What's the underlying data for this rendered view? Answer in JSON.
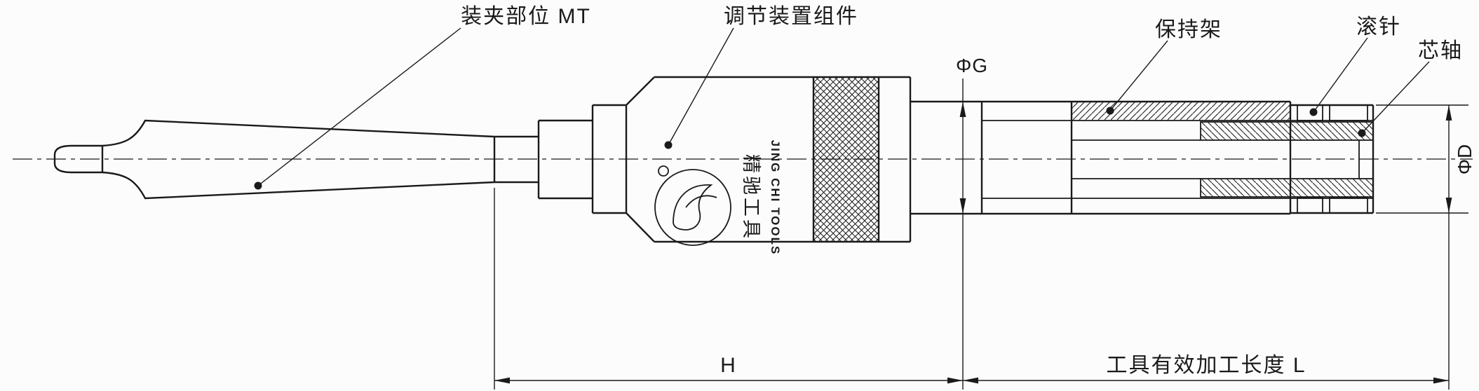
{
  "colors": {
    "background": "#fcfcfc",
    "line": "#1a1a1a"
  },
  "labels": {
    "clamping": "装夹部位 MT",
    "adjuster": "调节装置组件",
    "cage": "保持架",
    "roller": "滚针",
    "mandrel": "芯轴"
  },
  "dimensions": {
    "phi_g": "ΦG",
    "phi_d": "ΦD",
    "h": "H",
    "effective_length": "工具有效加工长度 L"
  },
  "logo": {
    "brand_cn": "精驰工具",
    "brand_en": "JING CHI TOOLS"
  }
}
